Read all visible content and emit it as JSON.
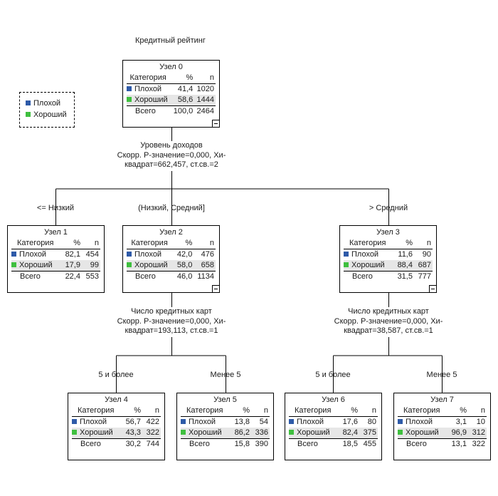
{
  "title": "Кредитный рейтинг",
  "colors": {
    "bad": "#2e5aa8",
    "good": "#3fbf3f"
  },
  "legend": [
    {
      "label": "Плохой",
      "color": "#2e5aa8"
    },
    {
      "label": "Хороший",
      "color": "#3fbf3f"
    }
  ],
  "header": {
    "category": "Категория",
    "percent": "%",
    "n": "n"
  },
  "categories": [
    "Плохой",
    "Хороший"
  ],
  "total_label": "Всего",
  "nodes": [
    {
      "name": "Узел 0",
      "rows": [
        [
          "41,4",
          "1020"
        ],
        [
          "58,6",
          "1444"
        ]
      ],
      "total": [
        "100,0",
        "2464"
      ]
    },
    {
      "name": "Узел 1",
      "rows": [
        [
          "82,1",
          "454"
        ],
        [
          "17,9",
          "99"
        ]
      ],
      "total": [
        "22,4",
        "553"
      ]
    },
    {
      "name": "Узел 2",
      "rows": [
        [
          "42,0",
          "476"
        ],
        [
          "58,0",
          "658"
        ]
      ],
      "total": [
        "46,0",
        "1134"
      ]
    },
    {
      "name": "Узел 3",
      "rows": [
        [
          "11,6",
          "90"
        ],
        [
          "88,4",
          "687"
        ]
      ],
      "total": [
        "31,5",
        "777"
      ]
    },
    {
      "name": "Узел 4",
      "rows": [
        [
          "56,7",
          "422"
        ],
        [
          "43,3",
          "322"
        ]
      ],
      "total": [
        "30,2",
        "744"
      ]
    },
    {
      "name": "Узел 5",
      "rows": [
        [
          "13,8",
          "54"
        ],
        [
          "86,2",
          "336"
        ]
      ],
      "total": [
        "15,8",
        "390"
      ]
    },
    {
      "name": "Узел 6",
      "rows": [
        [
          "17,6",
          "80"
        ],
        [
          "82,4",
          "375"
        ]
      ],
      "total": [
        "18,5",
        "455"
      ]
    },
    {
      "name": "Узел 7",
      "rows": [
        [
          "3,1",
          "10"
        ],
        [
          "96,9",
          "312"
        ]
      ],
      "total": [
        "13,1",
        "322"
      ]
    }
  ],
  "splits": [
    {
      "lines": [
        "Уровень доходов",
        "Скорр. Р-значение=0,000, Хи-",
        "квадрат=662,457, ст.св.=2"
      ]
    },
    {
      "lines": [
        "Число кредитных карт",
        "Скорр. Р-значение=0,000, Хи-",
        "квадрат=193,113, ст.св.=1"
      ]
    },
    {
      "lines": [
        "Число кредитных карт",
        "Скорр. Р-значение=0,000, Хи-",
        "квадрат=38,587, ст.св.=1"
      ]
    }
  ],
  "branches": [
    "<= Низкий",
    "(Низкий, Средний]",
    "> Средний",
    "5  и более",
    "Менее 5",
    "5  и более",
    "Менее 5"
  ]
}
